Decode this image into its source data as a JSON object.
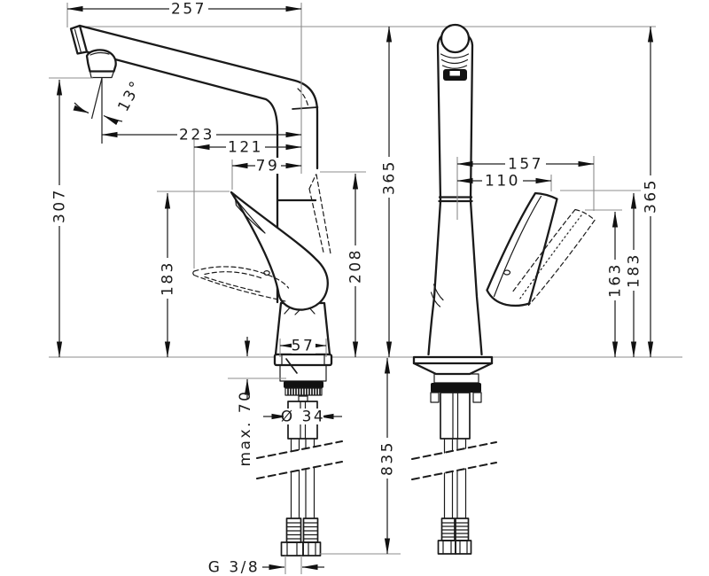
{
  "colors": {
    "ink": "#1a1a1a",
    "dimension_line": "#222222",
    "extension_line": "#8c8c8c",
    "background": "#ffffff"
  },
  "side_view": {
    "dim_257": "257",
    "dim_307": "307",
    "dim_13deg": "13°",
    "dim_223": "223",
    "dim_121": "121",
    "dim_79": "79",
    "dim_365": "365",
    "dim_183": "183",
    "dim_208": "208",
    "dim_57": "57",
    "dim_max70": "max. 70",
    "dim_dia34": "Ø 34",
    "dim_835": "835",
    "dim_g38": "G 3/8"
  },
  "front_view": {
    "dim_157": "157",
    "dim_110": "110",
    "dim_163": "163",
    "dim_183": "183",
    "dim_365": "365"
  }
}
